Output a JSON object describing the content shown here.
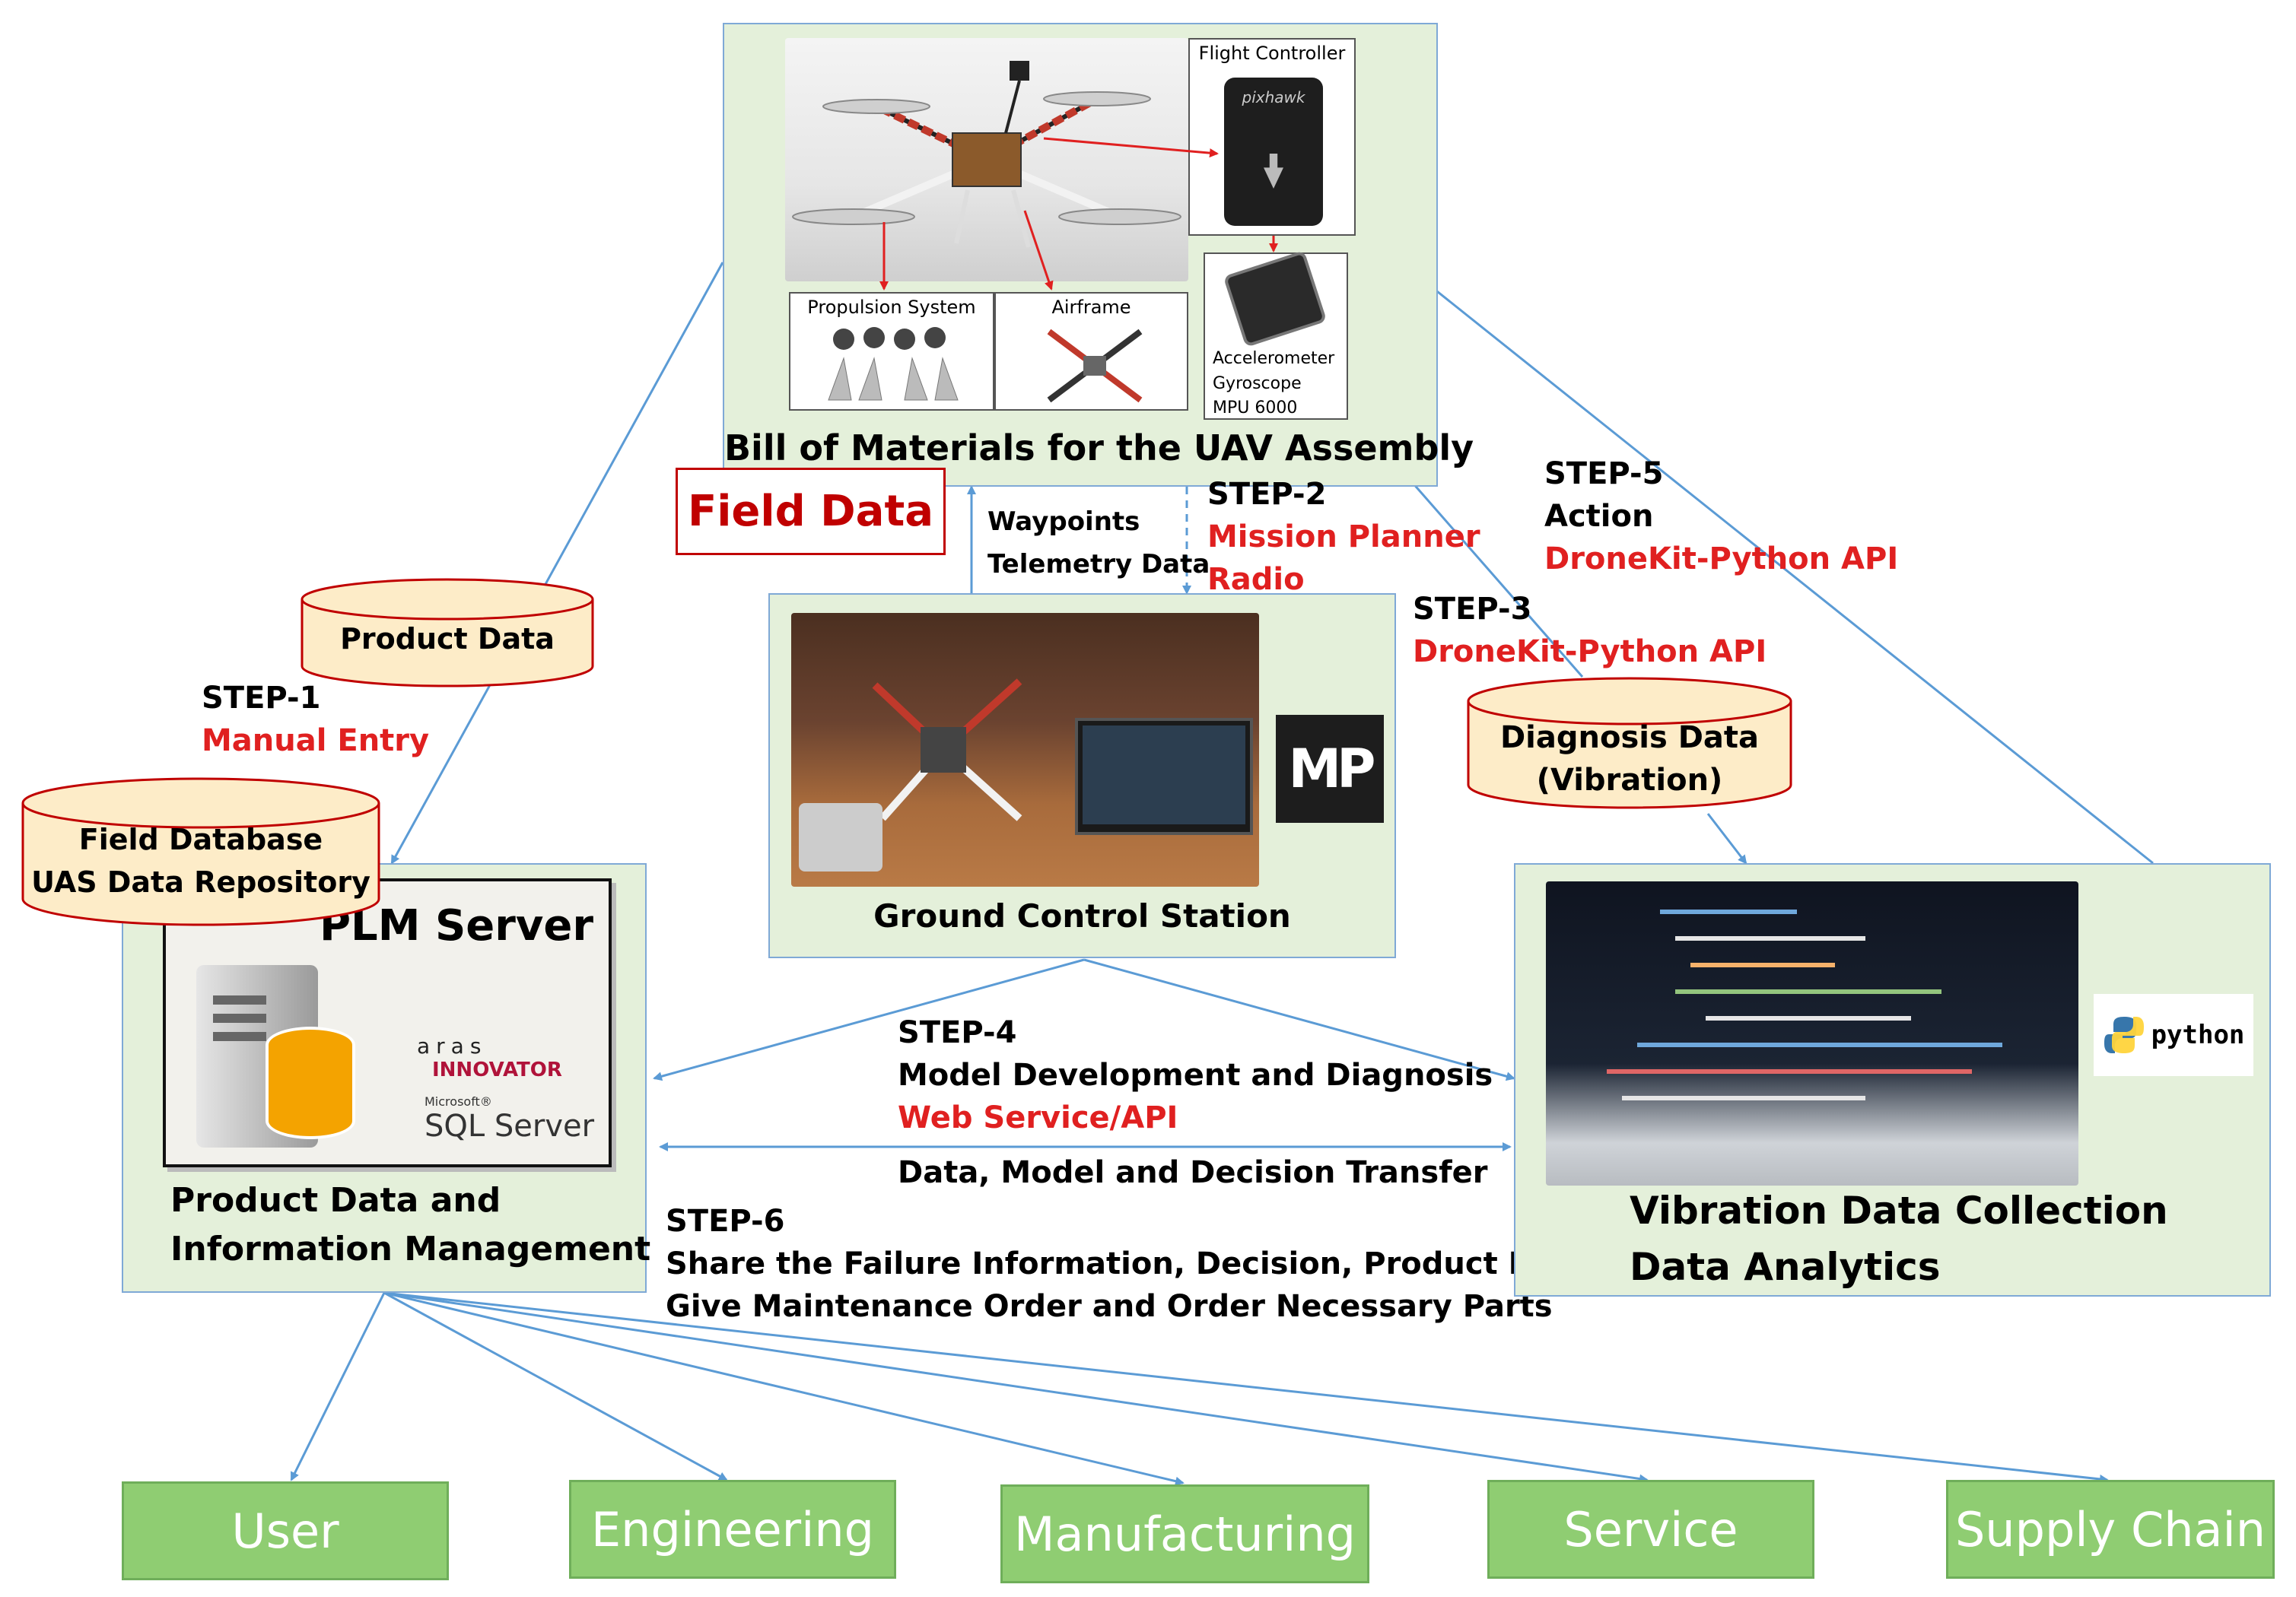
{
  "bom": {
    "title": "Bill of Materials for the UAV Assembly",
    "flight_controller": "Flight Controller",
    "pixhawk_logo": "pixhawk",
    "propulsion": "Propulsion System",
    "airframe": "Airframe",
    "sensor_line1": "Accelerometer",
    "sensor_line2": "Gyroscope",
    "sensor_line3": "MPU 6000"
  },
  "field_data": "Field Data",
  "waypoints": {
    "line1": "Waypoints",
    "line2": "Telemetry Data"
  },
  "step2": {
    "label": "STEP-2",
    "line1": "Mission Planner",
    "line2": "Radio"
  },
  "step3": {
    "label": "STEP-3",
    "line1": "DroneKit-Python API"
  },
  "step5": {
    "label": "STEP-5",
    "line1": "Action",
    "line2": "DroneKit-Python API"
  },
  "product_data_db": "Product Data",
  "step1": {
    "label": "STEP-1",
    "line1": "Manual Entry"
  },
  "field_db": {
    "line1": "Field Database",
    "line2": "UAS Data Repository"
  },
  "diagnosis_db": {
    "line1": "Diagnosis Data",
    "line2": "(Vibration)"
  },
  "gcs": {
    "title": "Ground Control Station",
    "mp_logo": "MP"
  },
  "plm": {
    "server_title": "PLM Server",
    "aras_top": "aras",
    "aras_bottom": "INNOVATOR",
    "sql_top": "Microsoft®",
    "sql_bottom": "SQL Server",
    "caption_line1": "Product Data and",
    "caption_line2": "Information Management"
  },
  "step4": {
    "label": "STEP-4",
    "line1": "Model Development and Diagnosis",
    "line2": "Web Service/API"
  },
  "transfer": "Data, Model and Decision Transfer",
  "step6": {
    "label": "STEP-6",
    "line1": "Share the Failure Information, Decision, Product Data",
    "line2": "Give Maintenance Order and Order Necessary Parts"
  },
  "vib": {
    "line1": "Vibration Data Collection",
    "line2": "Data Analytics",
    "python_logo": "python"
  },
  "departments": [
    "User",
    "Engineering",
    "Manufacturing",
    "Service",
    "Supply Chain"
  ],
  "colors": {
    "panel_bg": "#e4f0da",
    "border": "#7fa9d6",
    "accent_red": "#e02020",
    "db_fill": "#fdecc8",
    "db_stroke": "#c00000",
    "dept_fill": "#8fcd72"
  }
}
